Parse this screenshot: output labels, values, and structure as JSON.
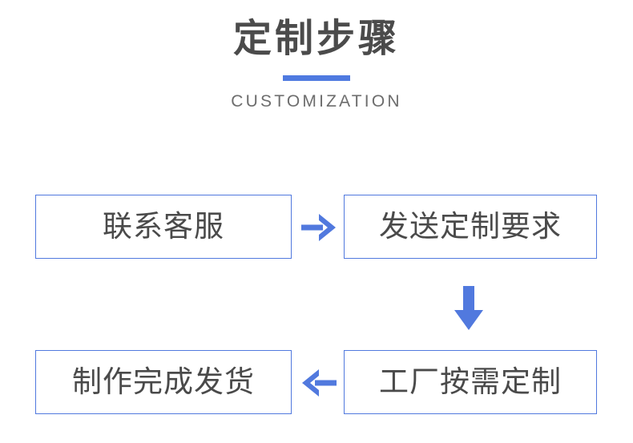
{
  "header": {
    "title": "定制步骤",
    "subtitle": "CUSTOMIZATION",
    "divider_color": "#4f7ae0",
    "title_color": "#4b4b4b",
    "subtitle_color": "#6d6d6d"
  },
  "flow": {
    "accent_color": "#5179de",
    "box_text_color": "#4a4a4a",
    "steps": [
      {
        "id": "contact-support",
        "label": "联系客服"
      },
      {
        "id": "send-request",
        "label": "发送定制要求"
      },
      {
        "id": "factory-custom",
        "label": "工厂按需定制"
      },
      {
        "id": "ship-completed",
        "label": "制作完成发货"
      }
    ],
    "arrows": [
      {
        "id": "arrow-right",
        "direction": "right"
      },
      {
        "id": "arrow-down",
        "direction": "down"
      },
      {
        "id": "arrow-left",
        "direction": "left"
      }
    ]
  }
}
